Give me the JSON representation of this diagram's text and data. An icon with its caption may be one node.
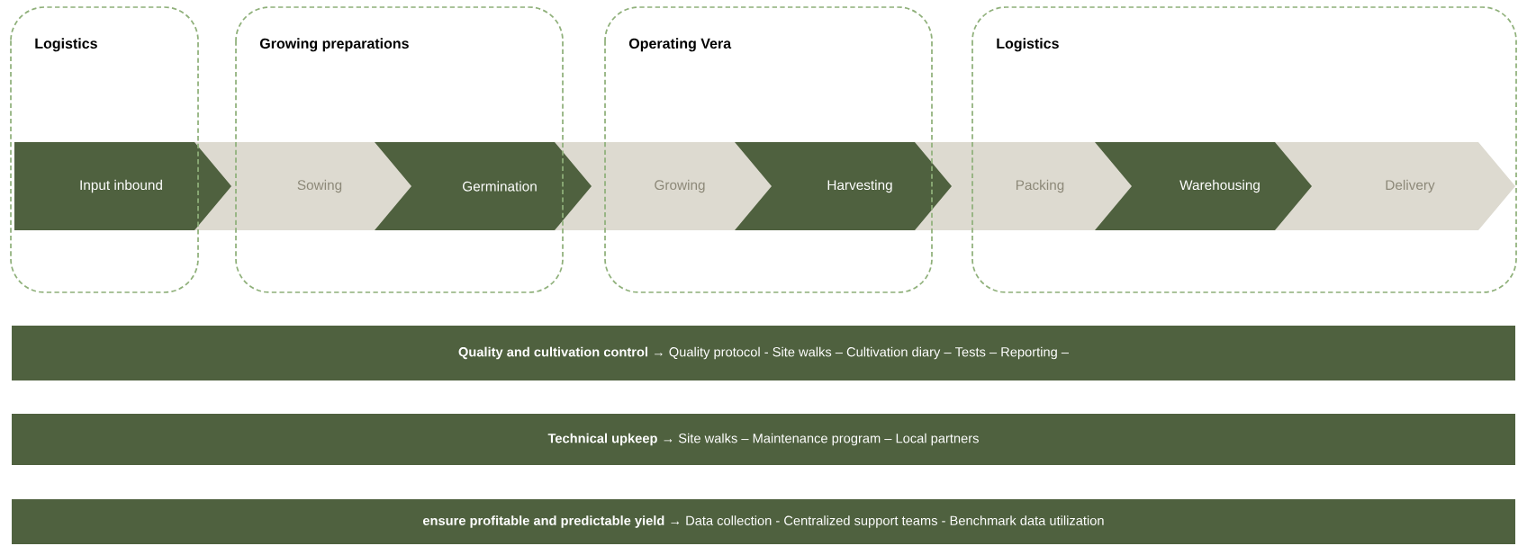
{
  "diagram": {
    "nodes": [
      {
        "text": [
          "Logistics"
        ]
      },
      {
        "text": [
          "Growing preparations"
        ]
      },
      {
        "text": [
          "Operating Vera"
        ]
      },
      {
        "text": [
          "Logistics"
        ]
      },
      {
        "text": [
          "Input inbound"
        ]
      },
      {
        "text": [
          "Sowing"
        ]
      },
      {
        "text": [
          "Germination"
        ]
      },
      {
        "text": [
          "Growing"
        ]
      },
      {
        "text": [
          "Harvesting"
        ]
      },
      {
        "text": [
          "Packing"
        ]
      },
      {
        "text": [
          "Warehousing"
        ],
        "in": 3
      },
      {
        "text": [
          "Delivery"
        ],
        "in": 3
      },
      {
        "text": [
          "**Quality and cultivation control** → Quality protocol - Site walks – Cultivation diary – Tests – Reporting –"
        ]
      },
      {
        "text": [
          "**Technical upkeep** → Site walks – Maintenance program – Local partners"
        ]
      },
      {
        "text": [
          "**ensure profitable and predictable yield** → Data collection - Centralized support teams  - Benchmark data utilization"
        ]
      }
    ]
  }
}
